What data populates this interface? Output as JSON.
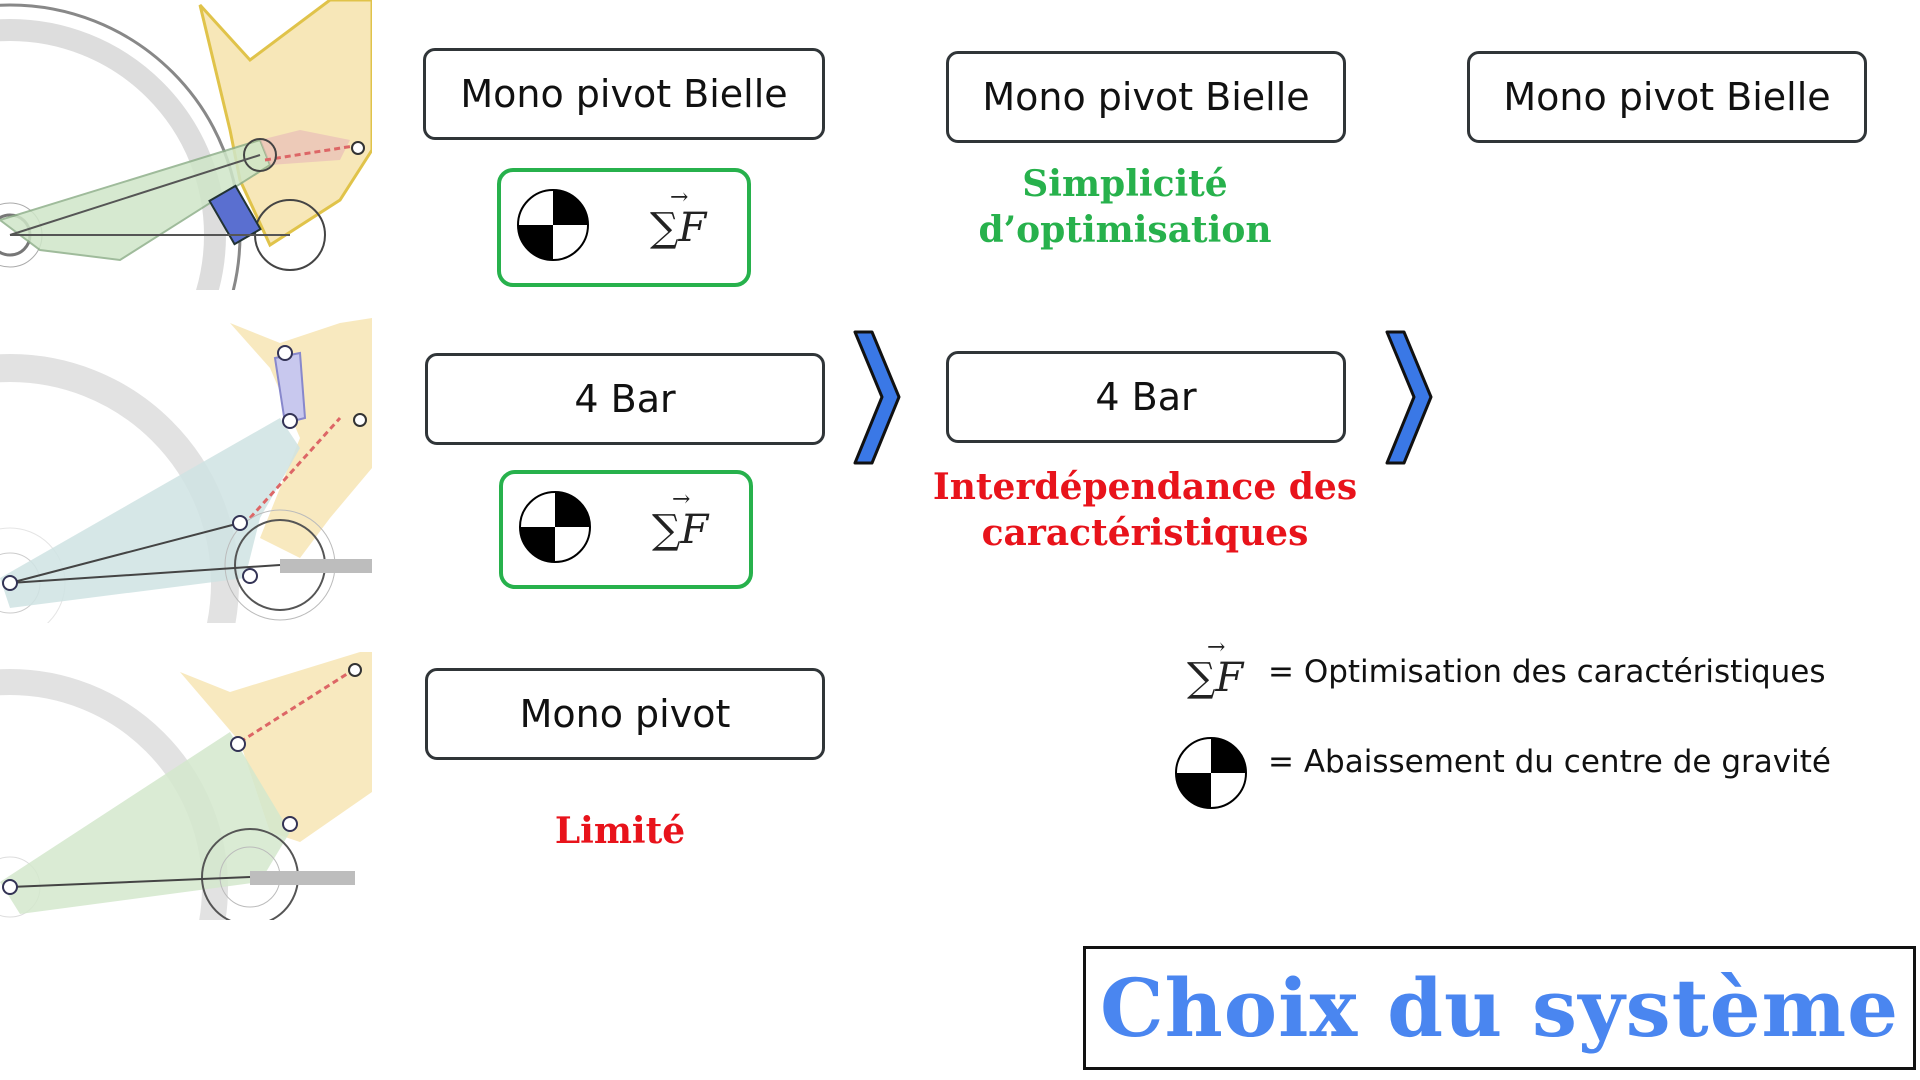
{
  "rows": [
    {
      "label": "Mono pivot Bielle"
    },
    {
      "label": "4 Bar"
    },
    {
      "label": "Mono pivot"
    }
  ],
  "col2": {
    "top_label": "Mono pivot Bielle",
    "mid_label": "4 Bar",
    "note_top": [
      "Simplicité",
      "d’optimisation"
    ],
    "note_mid": [
      "Interdépendance des",
      "caractéristiques"
    ]
  },
  "col3": {
    "top_label": "Mono pivot Bielle"
  },
  "row3_note": "Limité",
  "sum_symbol": "∑F",
  "sum_arrow": "→",
  "legend": {
    "sum_text": "= Optimisation des caractéristiques",
    "cog_text": "= Abaissement du centre de gravité"
  },
  "title": "Choix du système",
  "colors": {
    "green": "#27b14c",
    "red": "#e8131b",
    "blue": "#4a86f0",
    "chevron": "#3a78e6"
  },
  "icons": [
    "center-of-gravity-icon",
    "sum-force-icon",
    "chevron-right-icon"
  ]
}
